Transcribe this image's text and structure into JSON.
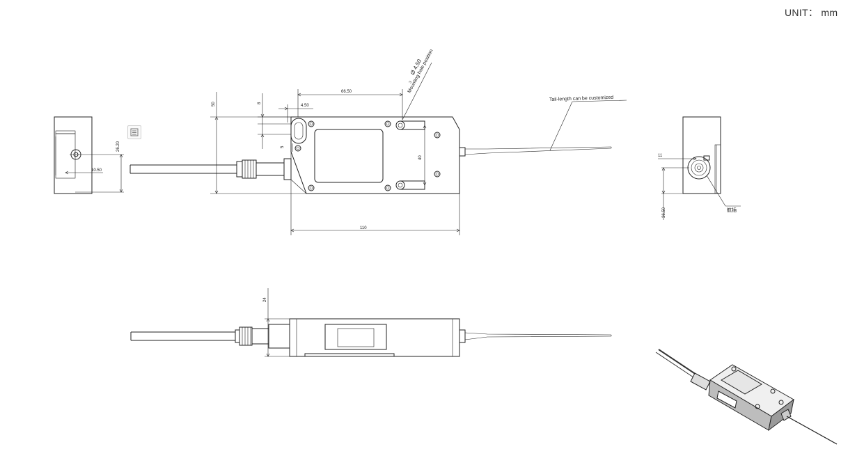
{
  "unit_label": "UNIT：  mm",
  "dimensions": {
    "top_width": "66.50",
    "hole_offset": "4.50",
    "slot_top": "8",
    "slot_gap": "5",
    "body_height": "50",
    "slot_spacing": "40",
    "body_length": "110",
    "side_height": "26.20",
    "side_offset": "10.50",
    "bottom_height": "24",
    "end_offset": "11",
    "end_height": "36.50"
  },
  "annotations": {
    "hole_count": "3",
    "hole_diameter": "Ø 4.50",
    "hole_note": "Mounting hole position",
    "tail_note": "Tail-length can be customized",
    "connector_note": "航插"
  },
  "icons": {
    "copy": "copy-icon"
  }
}
